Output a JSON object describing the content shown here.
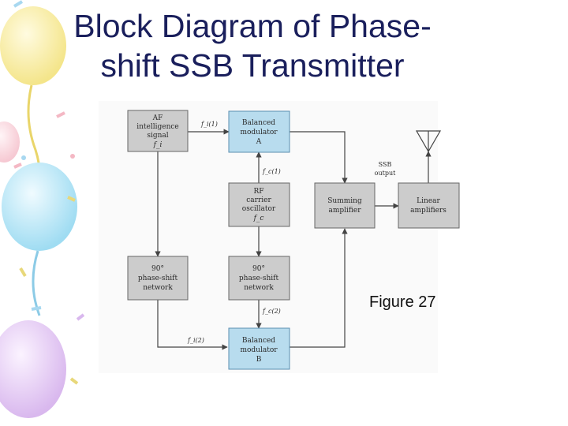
{
  "slide": {
    "title_line1": "Block Diagram of Phase-",
    "title_line2": "shift SSB Transmitter",
    "figure_caption": "Figure 27"
  },
  "diagram": {
    "blocks": {
      "af_source": {
        "lines": [
          "AF",
          "intelligence",
          "signal",
          "f_i"
        ]
      },
      "bal_mod_a": {
        "lines": [
          "Balanced",
          "modulator",
          "A"
        ]
      },
      "rf_osc": {
        "lines": [
          "RF",
          "carrier",
          "oscillator",
          "f_c"
        ]
      },
      "summing": {
        "lines": [
          "Summing",
          "amplifier"
        ]
      },
      "linear_amp": {
        "lines": [
          "Linear",
          "amplifiers"
        ]
      },
      "af_shift": {
        "lines": [
          "90°",
          "phase-shift",
          "network"
        ]
      },
      "rf_shift": {
        "lines": [
          "90°",
          "phase-shift",
          "network"
        ]
      },
      "bal_mod_b": {
        "lines": [
          "Balanced",
          "modulator",
          "B"
        ]
      }
    },
    "signal_labels": {
      "fi1": "f_i(1)",
      "fc1": "f_c(1)",
      "fc2": "f_c(2)",
      "fi2": "f_i(2)",
      "ssb_output_line1": "SSB",
      "ssb_output_line2": "output"
    },
    "colors": {
      "gray_block": "#cccccc",
      "blue_block": "#b8dcee",
      "line": "#444444",
      "title": "#1a1f5c"
    }
  }
}
